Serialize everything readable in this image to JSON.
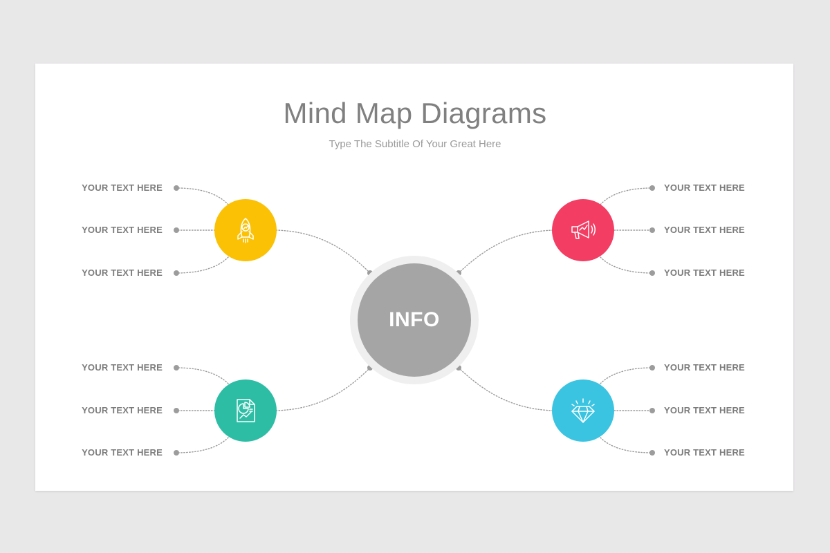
{
  "title": "Mind Map Diagrams",
  "subtitle": "Type The Subtitle Of Your Great Here",
  "center": {
    "label": "INFO",
    "color": "#a5a5a5"
  },
  "branches": {
    "top_left": {
      "icon": "rocket-icon",
      "color": "#fbc105",
      "items": [
        "YOUR TEXT HERE",
        "YOUR TEXT HERE",
        "YOUR TEXT HERE"
      ]
    },
    "top_right": {
      "icon": "megaphone-icon",
      "color": "#f33d63",
      "items": [
        "YOUR TEXT HERE",
        "YOUR TEXT HERE",
        "YOUR TEXT HERE"
      ]
    },
    "bottom_left": {
      "icon": "report-document-icon",
      "color": "#2dbda5",
      "items": [
        "YOUR TEXT HERE",
        "YOUR TEXT HERE",
        "YOUR TEXT HERE"
      ]
    },
    "bottom_right": {
      "icon": "diamond-icon",
      "color": "#3ac4e1",
      "items": [
        "YOUR TEXT HERE",
        "YOUR TEXT HERE",
        "YOUR TEXT HERE"
      ]
    }
  }
}
